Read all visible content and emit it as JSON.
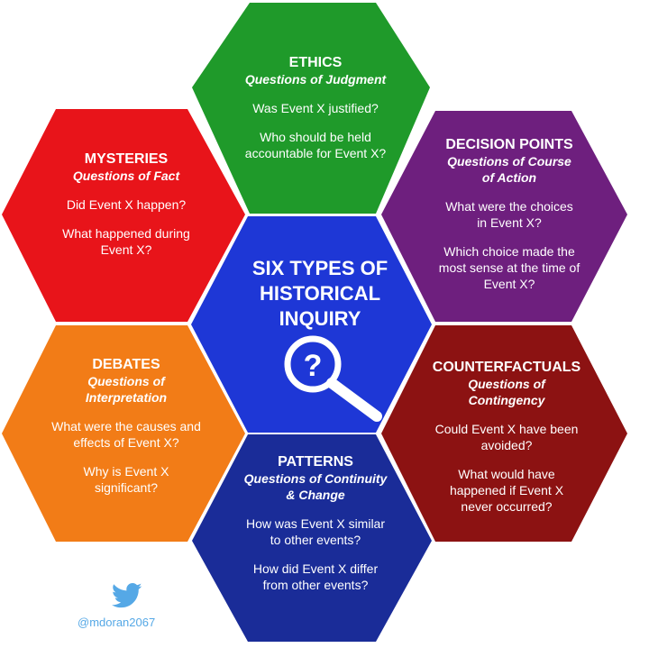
{
  "center": {
    "lines": [
      "SIX TYPES OF",
      "HISTORICAL",
      "INQUIRY"
    ],
    "icon": "magnifier-question-icon"
  },
  "hexagons": {
    "ethics": {
      "title": "ETHICS",
      "subtitle": "Questions of Judgment",
      "questions": [
        "Was Event X justified?",
        "Who should be held accountable for Event X?"
      ],
      "color": "#1f9a2a"
    },
    "mysteries": {
      "title": "MYSTERIES",
      "subtitle": "Questions of Fact",
      "questions": [
        "Did Event X happen?",
        "What happened during Event X?"
      ],
      "color": "#e8141a"
    },
    "decision_points": {
      "title": "DECISION POINTS",
      "subtitle": "Questions of Course of Action",
      "questions": [
        "What were the choices in Event X?",
        "Which choice made the most sense at the time of Event X?"
      ],
      "color": "#6e1f7e"
    },
    "debates": {
      "title": "DEBATES",
      "subtitle": "Questions of Interpretation",
      "questions": [
        "What were the causes and effects of Event X?",
        "Why is Event X significant?"
      ],
      "color": "#f27c17"
    },
    "counterfactuals": {
      "title": "COUNTERFACTUALS",
      "subtitle": "Questions of Contingency",
      "questions": [
        "Could Event X have been avoided?",
        "What would have happened if Event X never occurred?"
      ],
      "color": "#8c1212"
    },
    "patterns": {
      "title": "PATTERNS",
      "subtitle": "Questions of Continuity & Change",
      "questions": [
        "How was Event X similar to other events?",
        "How did Event X differ from other events?"
      ],
      "color": "#1a2c98"
    },
    "center_color": "#1e37d6"
  },
  "footer": {
    "handle": "@mdoran2067",
    "icon": "twitter-bird-icon"
  }
}
